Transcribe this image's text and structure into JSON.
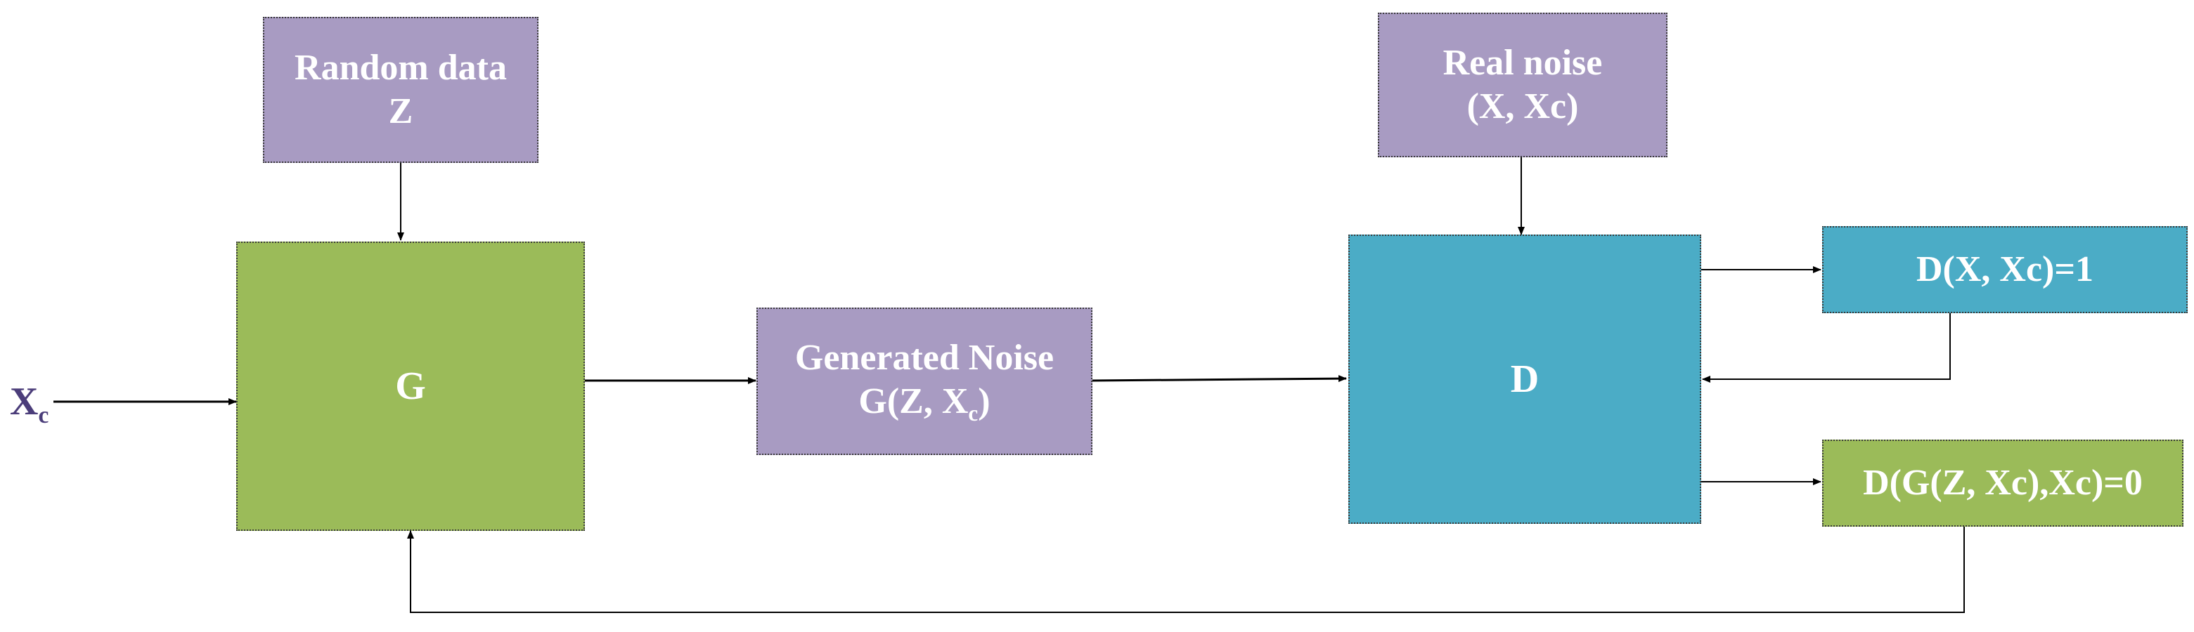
{
  "nodes": {
    "random_data": {
      "line1": "Random data",
      "line2": "Z",
      "color": "#a89bc2"
    },
    "generator": {
      "label": "G",
      "color": "#9bbb59"
    },
    "generated_noise": {
      "line1": "Generated Noise",
      "line2_main": "G(Z, X",
      "line2_sub": "c",
      "line2_end": ")",
      "color": "#a89bc2"
    },
    "real_noise": {
      "line1": "Real noise",
      "line2": "(X, Xc)",
      "color": "#a89bc2"
    },
    "discriminator": {
      "label": "D",
      "color": "#4bacc6"
    },
    "output_real": {
      "label": "D(X, Xc)=1",
      "color": "#4bacc6"
    },
    "output_fake": {
      "label": "D(G(Z, Xc),Xc)=0",
      "color": "#9bbb59"
    }
  },
  "input": {
    "main": "X",
    "sub": "c",
    "color": "#4b3d7a"
  }
}
